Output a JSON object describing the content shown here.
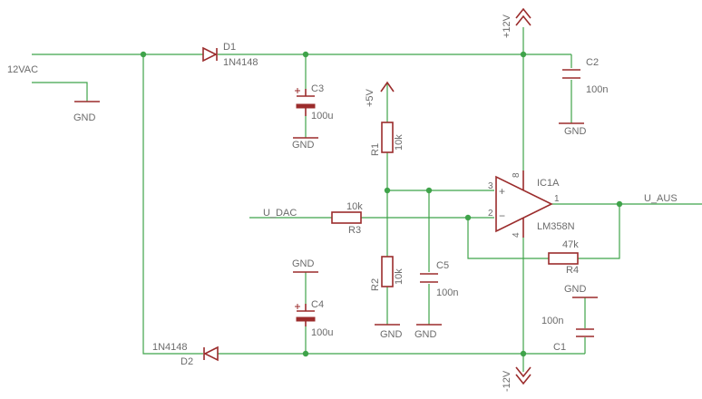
{
  "labels": {
    "ac_in": "12VAC",
    "gnd": "GND",
    "d1_name": "D1",
    "d1_value": "1N4148",
    "d2_name": "D2",
    "d2_value": "1N4148",
    "c1_name": "C1",
    "c1_value": "100n",
    "c2_name": "C2",
    "c2_value": "100n",
    "c3_name": "C3",
    "c3_value": "100u",
    "c4_name": "C4",
    "c4_value": "100u",
    "c5_name": "C5",
    "c5_value": "100n",
    "r1_name": "R1",
    "r1_value": "10k",
    "r2_name": "R2",
    "r2_value": "10k",
    "r3_name": "R3",
    "r3_value": "10k",
    "r4_name": "R4",
    "r4_value": "47k",
    "ic_name": "IC1A",
    "ic_value": "LM358N",
    "plus12": "+12V",
    "minus12": "-12V",
    "plus5": "+5V",
    "u_dac": "U_DAC",
    "u_aus": "U_AUS",
    "pin1": "1",
    "pin2": "2",
    "pin3": "3",
    "pin4": "4",
    "pin8": "8",
    "plus_sign": "+",
    "minus_sign": "−"
  }
}
